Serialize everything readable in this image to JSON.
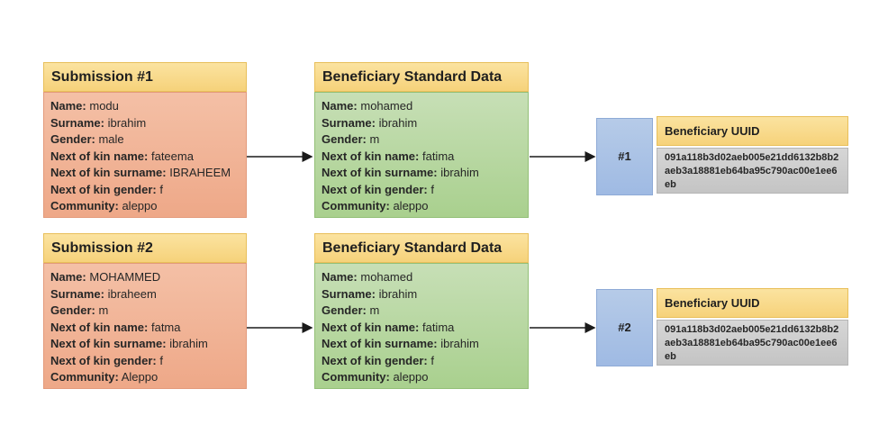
{
  "groups": [
    {
      "submission": {
        "title": "Submission #1",
        "fields": [
          {
            "label": "Name:",
            "value": " modu"
          },
          {
            "label": "Surname:",
            "value": " ibrahim"
          },
          {
            "label": "Gender:",
            "value": " male"
          },
          {
            "label": "Next of kin name:",
            "value": " fateema"
          },
          {
            "label": "Next of kin surname:",
            "value": " IBRAHEEM"
          },
          {
            "label": "Next of kin gender:",
            "value": " f"
          },
          {
            "label": "Community:",
            "value": " aleppo"
          }
        ]
      },
      "standard": {
        "title": "Beneficiary Standard Data",
        "fields": [
          {
            "label": "Name:",
            "value": " mohamed"
          },
          {
            "label": "Surname:",
            "value": " ibrahim"
          },
          {
            "label": "Gender:",
            "value": " m"
          },
          {
            "label": "Next of kin name:",
            "value": " fatima"
          },
          {
            "label": "Next of kin surname:",
            "value": " ibrahim"
          },
          {
            "label": "Next of kin gender:",
            "value": " f"
          },
          {
            "label": "Community:",
            "value": " aleppo"
          }
        ]
      },
      "id_label": "#1",
      "uuid_title": "Beneficiary UUID",
      "uuid": "091a118b3d02aeb005e21dd6132b8b2aeb3a18881eb64ba95c790ac00e1ee6eb"
    },
    {
      "submission": {
        "title": "Submission #2",
        "fields": [
          {
            "label": "Name:",
            "value": " MOHAMMED"
          },
          {
            "label": "Surname:",
            "value": " ibraheem"
          },
          {
            "label": "Gender:",
            "value": " m"
          },
          {
            "label": "Next of kin name:",
            "value": " fatma"
          },
          {
            "label": "Next of kin surname:",
            "value": " ibrahim"
          },
          {
            "label": "Next of kin gender:",
            "value": " f"
          },
          {
            "label": "Community:",
            "value": " Aleppo"
          }
        ]
      },
      "standard": {
        "title": "Beneficiary Standard Data",
        "fields": [
          {
            "label": "Name:",
            "value": " mohamed"
          },
          {
            "label": "Surname:",
            "value": " ibrahim"
          },
          {
            "label": "Gender:",
            "value": " m"
          },
          {
            "label": "Next of kin name:",
            "value": " fatima"
          },
          {
            "label": "Next of kin surname:",
            "value": " ibrahim"
          },
          {
            "label": "Next of kin gender:",
            "value": " f"
          },
          {
            "label": "Community:",
            "value": " aleppo"
          }
        ]
      },
      "id_label": "#2",
      "uuid_title": "Beneficiary UUID",
      "uuid": "091a118b3d02aeb005e21dd6132b8b2aeb3a18881eb64ba95c790ac00e1ee6eb"
    }
  ]
}
